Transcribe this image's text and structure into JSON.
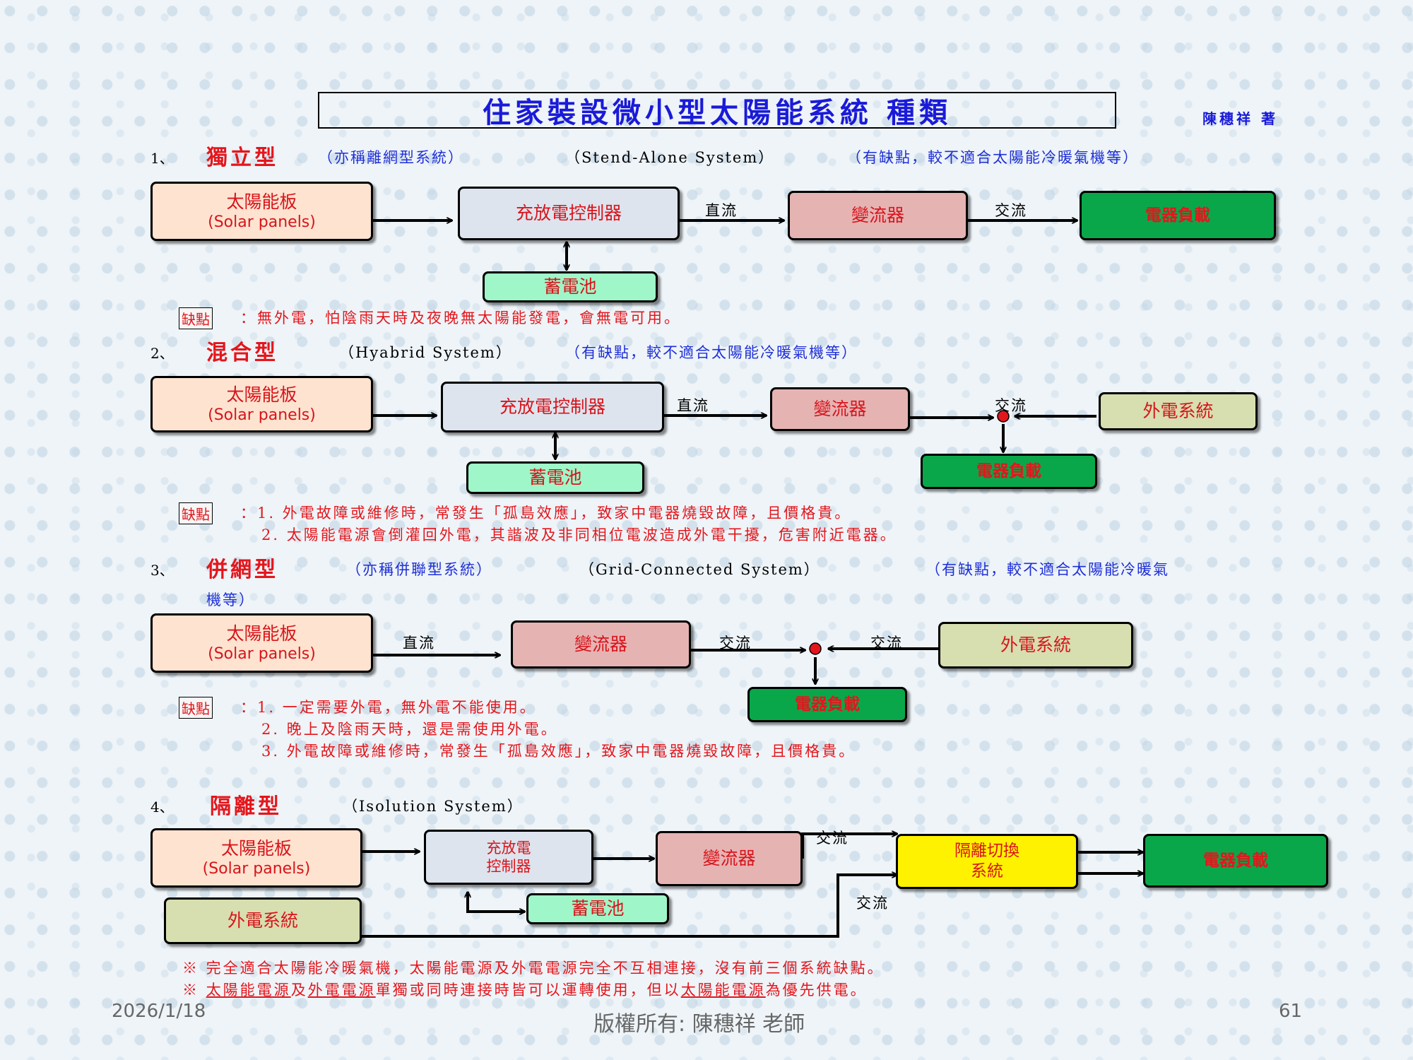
{
  "title": "住家裝設微小型太陽能系統  種類",
  "author": "陳穗祥  著",
  "boxes": {
    "solar_1": "太陽能板",
    "solar_2": "(Solar panels)",
    "controller": "充放電控制器",
    "controller_a": "充放電",
    "controller_b": "控制器",
    "inverter": "變流器",
    "load": "電器負載",
    "battery": "蓄電池",
    "grid": "外電系統",
    "iso_a": "隔離切換",
    "iso_b": "系統"
  },
  "flow": {
    "dc": "直流",
    "ac": "交流"
  },
  "defect_tag": "缺點",
  "sections": [
    {
      "num": "1、",
      "name": "獨立型",
      "desc_a": "（亦稱離網型系統）",
      "desc_b": "（Stend-Alone System）",
      "desc_c": "（有缺點，較不適合太陽能冷暖氣機等）",
      "defects": [
        "：無外電，怕陰雨天時及夜晚無太陽能發電，會無電可用。"
      ]
    },
    {
      "num": "2、",
      "name": "混合型",
      "desc_b": "（Hyabrid System）",
      "desc_c": "（有缺點，較不適合太陽能冷暖氣機等）",
      "defects": [
        "：1.  外電故障或維修時，常發生「孤島效應」，致家中電器燒毀故障，且價格貴。",
        "2.  太陽能電源會倒灌回外電，其諧波及非同相位電波造成外電干擾，危害附近電器。"
      ]
    },
    {
      "num": "3、",
      "name": "併網型",
      "desc_a": "（亦稱併聯型系統）",
      "desc_b": "（Grid-Connected System）",
      "desc_c": "（有缺點，較不適合太陽能冷暖氣",
      "desc_d": "機等）",
      "defects": [
        "：1.  一定需要外電，無外電不能使用。",
        "2.  晚上及陰雨天時，還是需使用外電。",
        "3.  外電故障或維修時，常發生「孤島效應」，致家中電器燒毀故障，且價格貴。"
      ]
    },
    {
      "num": "4、",
      "name": "隔離型",
      "desc_b": "（Isolution  System）",
      "notes": [
        "※  完全適合太陽能冷暖氣機，太陽能電源及外電電源完全不互相連接，沒有前三個系統缺點。"
      ],
      "note2": {
        "mark": "※  ",
        "p1": "太陽能電源",
        "p2": "及",
        "p3": "外電電源",
        "p4": "單獨或同時連接時皆可以運轉使用，但以",
        "p5": "太陽能電源",
        "p6": "為優先供電。"
      }
    }
  ],
  "footer": {
    "date": "2026/1/18",
    "copyright": "版權所有: 陳穗祥 老師",
    "page": "61"
  }
}
